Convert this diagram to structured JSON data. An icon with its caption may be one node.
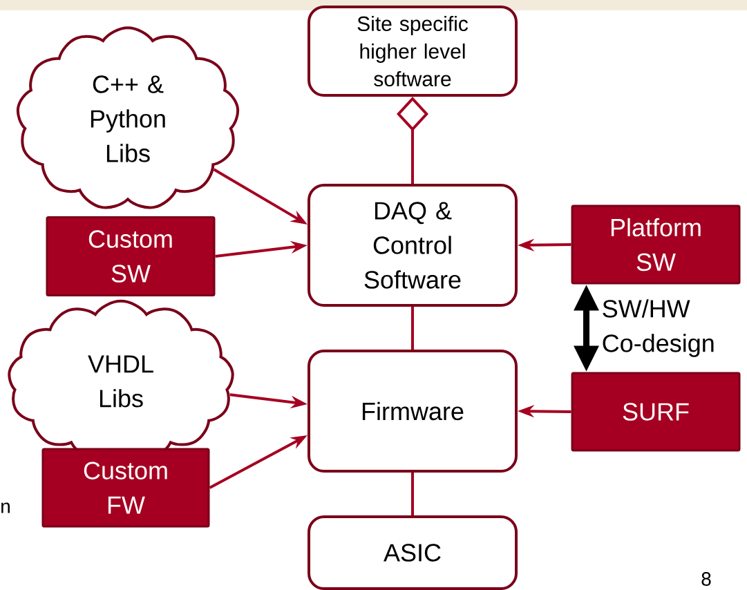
{
  "diagram": {
    "nodes": [
      {
        "text": [
          "Site specific higher level software"
        ]
      },
      {
        "text": [
          "C++ & Python Libs"
        ]
      },
      {
        "text": [
          "Custom SW"
        ]
      },
      {
        "text": [
          "DAQ & Control Software"
        ]
      },
      {
        "text": [
          "Platform SW"
        ]
      },
      {
        "text": [
          "VHDL Libs"
        ]
      },
      {
        "text": [
          "Firmware"
        ]
      },
      {
        "text": [
          "SURF"
        ]
      },
      {
        "text": [
          "Custom FW"
        ]
      },
      {
        "text": [
          "ASIC"
        ]
      }
    ],
    "edges": [
      {
        "from": 3,
        "to": 0,
        "arrow": "other"
      },
      {
        "from": 1,
        "to": 3,
        "arrow": "to"
      },
      {
        "from": 2,
        "to": 3,
        "arrow": "to"
      },
      {
        "from": 4,
        "to": 3,
        "arrow": "to"
      },
      {
        "from": 6,
        "to": 3,
        "arrow": "none"
      },
      {
        "from": 5,
        "to": 6,
        "arrow": "to"
      },
      {
        "from": 8,
        "to": 6,
        "arrow": "to"
      },
      {
        "from": 7,
        "to": 6,
        "arrow": "to"
      },
      {
        "from": 6,
        "to": 9,
        "arrow": "none"
      },
      {
        "from": 4,
        "to": 7,
        "arrow": "both",
        "label": "SW/HW Co-design",
        "style": "thick",
        "color": "#000000"
      }
    ],
    "labels": [
      "n",
      "8"
    ]
  }
}
